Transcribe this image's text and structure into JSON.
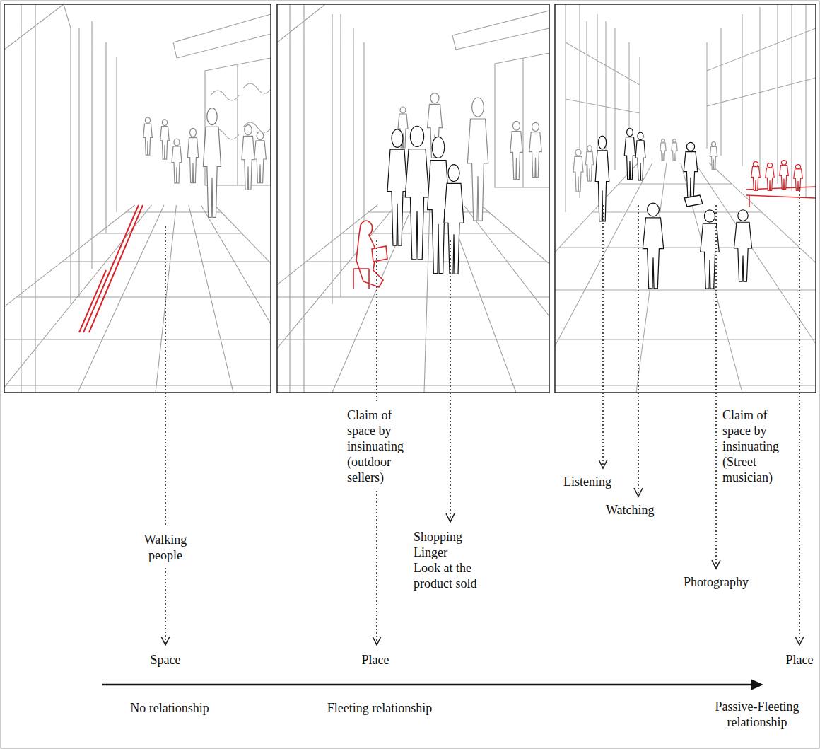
{
  "diagram": {
    "labels": [
      "Walking people",
      "Claim of space by insinuating (outdoor sellers)",
      "Shopping",
      "Linger",
      "Look at the product sold",
      "Listening",
      "Watching",
      "Photography",
      "Claim of space by insinuating (Street musician)",
      "Space",
      "Place",
      "Place",
      "No relationship",
      "Fleeting relationship",
      "Passive-Fleeting relationship"
    ]
  }
}
